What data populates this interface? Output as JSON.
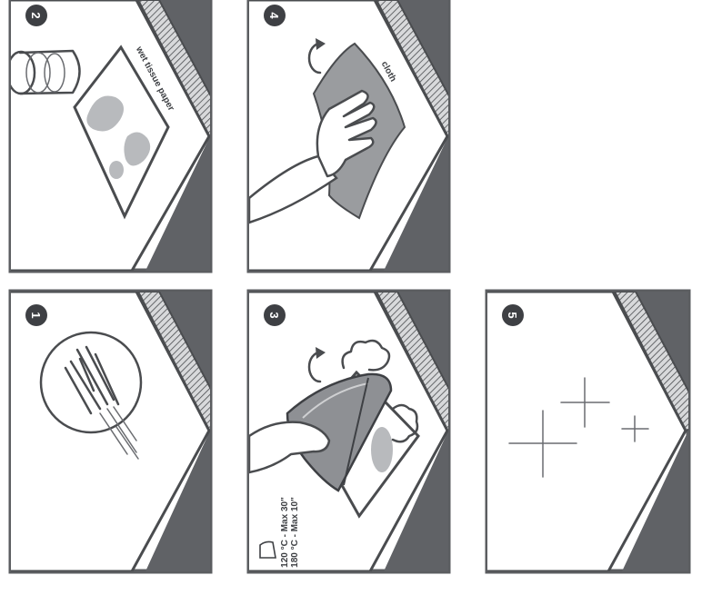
{
  "steps": {
    "s1": {
      "number": "1"
    },
    "s2": {
      "number": "2",
      "label": "wet tissue paper"
    },
    "s3": {
      "number": "3",
      "temp_line1": "120 °C - Max 30\"",
      "temp_line2": "180 °C - Max 10\""
    },
    "s4": {
      "number": "4",
      "label": "cloth"
    },
    "s5": {
      "number": "5"
    }
  },
  "colors": {
    "frame": "#5b5d60",
    "badge": "#3e4044",
    "edge": "#606266",
    "stain": "#b8babd"
  }
}
